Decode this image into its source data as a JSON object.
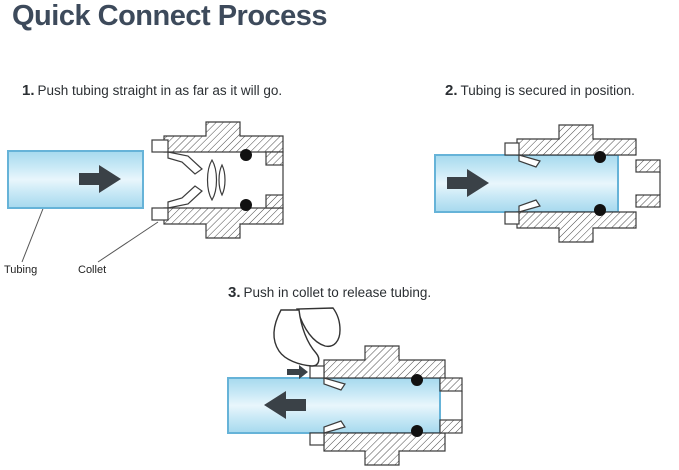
{
  "title": "Quick Connect Process",
  "steps": [
    {
      "number": "1.",
      "text": "Push tubing straight in as far as it will go."
    },
    {
      "number": "2.",
      "text": "Tubing is secured in position."
    },
    {
      "number": "3.",
      "text": "Push in collet to release tubing."
    }
  ],
  "part_labels": {
    "tubing": "Tubing",
    "collet": "Collet"
  },
  "colors": {
    "title": "#3d4a5b",
    "text": "#2b2f33",
    "tube-stroke": "#66b3d8",
    "tube-fill": "#c7e8f7",
    "tube-fill-light": "#e9f6fc",
    "arrow": "#3a4147",
    "outline": "#3c3c3c",
    "o-ring": "#111111"
  }
}
